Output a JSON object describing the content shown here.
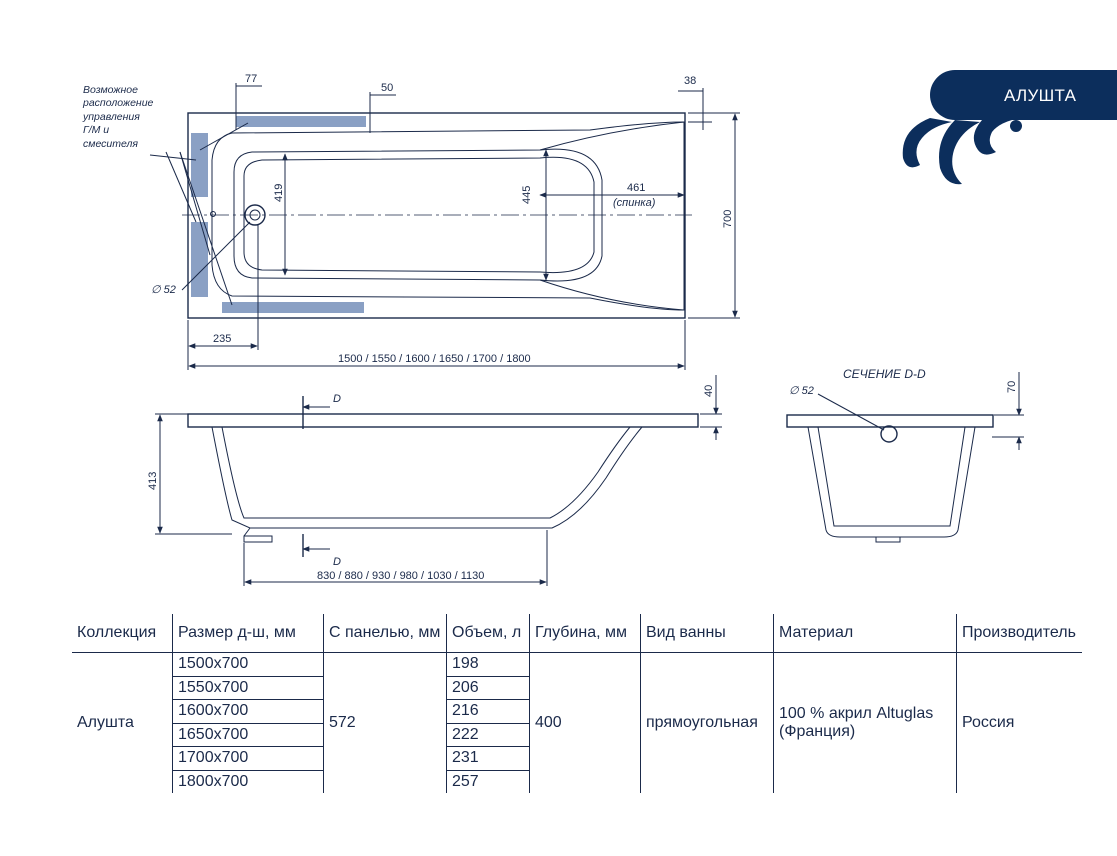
{
  "brand": {
    "label": "АЛУШТА"
  },
  "drawing": {
    "note_lines": [
      "Возможное",
      "расположение",
      "управления",
      "Г/М и",
      "смесителя"
    ],
    "dims": {
      "d77": "77",
      "d50": "50",
      "d38": "38",
      "d419": "419",
      "d445": "445",
      "d461": "461",
      "spinka": "(спинка)",
      "d700": "700",
      "d235": "235",
      "length": "1500 / 1550 / 1600 / 1650 / 1700 / 1800",
      "diam_top": "∅ 52",
      "d40": "40",
      "d413": "413",
      "inner_length": "830 / 880 / 930 / 980 / 1030 / 1130",
      "sec_d": "D",
      "section_title": "СЕЧЕНИЕ D-D",
      "diam_section": "∅ 52",
      "d70": "70"
    }
  },
  "table": {
    "headers": [
      "Коллекция",
      "Размер д-ш, мм",
      "С панелью, мм",
      "Объем, л",
      "Глубина, мм",
      "Вид ванны",
      "Материал",
      "Производитель"
    ],
    "collection": "Алушта",
    "sizes": [
      "1500x700",
      "1550x700",
      "1600x700",
      "1650x700",
      "1700x700",
      "1800x700"
    ],
    "with_panel": "572",
    "volumes": [
      "198",
      "206",
      "216",
      "222",
      "231",
      "257"
    ],
    "depth": "400",
    "bath_type": "прямоугольная",
    "material_line1": "100 % акрил Altuglas",
    "material_line2": "(Франция)",
    "manufacturer": "Россия"
  }
}
